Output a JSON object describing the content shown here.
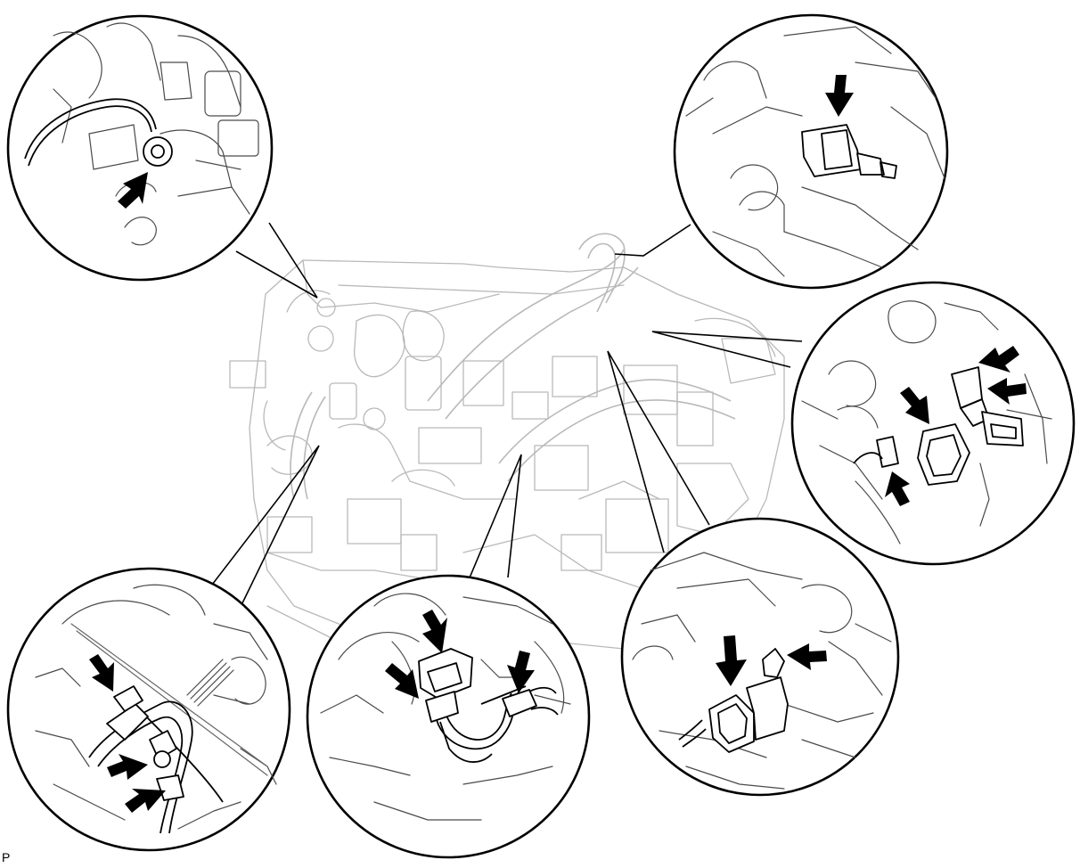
{
  "figure": {
    "code": "P",
    "description_callouts": [
      {
        "id": "top-left",
        "arrows": 1
      },
      {
        "id": "top-right",
        "arrows": 1
      },
      {
        "id": "right",
        "arrows": 4
      },
      {
        "id": "bottom-right",
        "arrows": 2
      },
      {
        "id": "bottom-center",
        "arrows": 3
      },
      {
        "id": "bottom-left",
        "arrows": 3
      }
    ],
    "colors": {
      "line": "#000000",
      "engine_outline": "#b9b9b9",
      "background": "#ffffff"
    }
  }
}
